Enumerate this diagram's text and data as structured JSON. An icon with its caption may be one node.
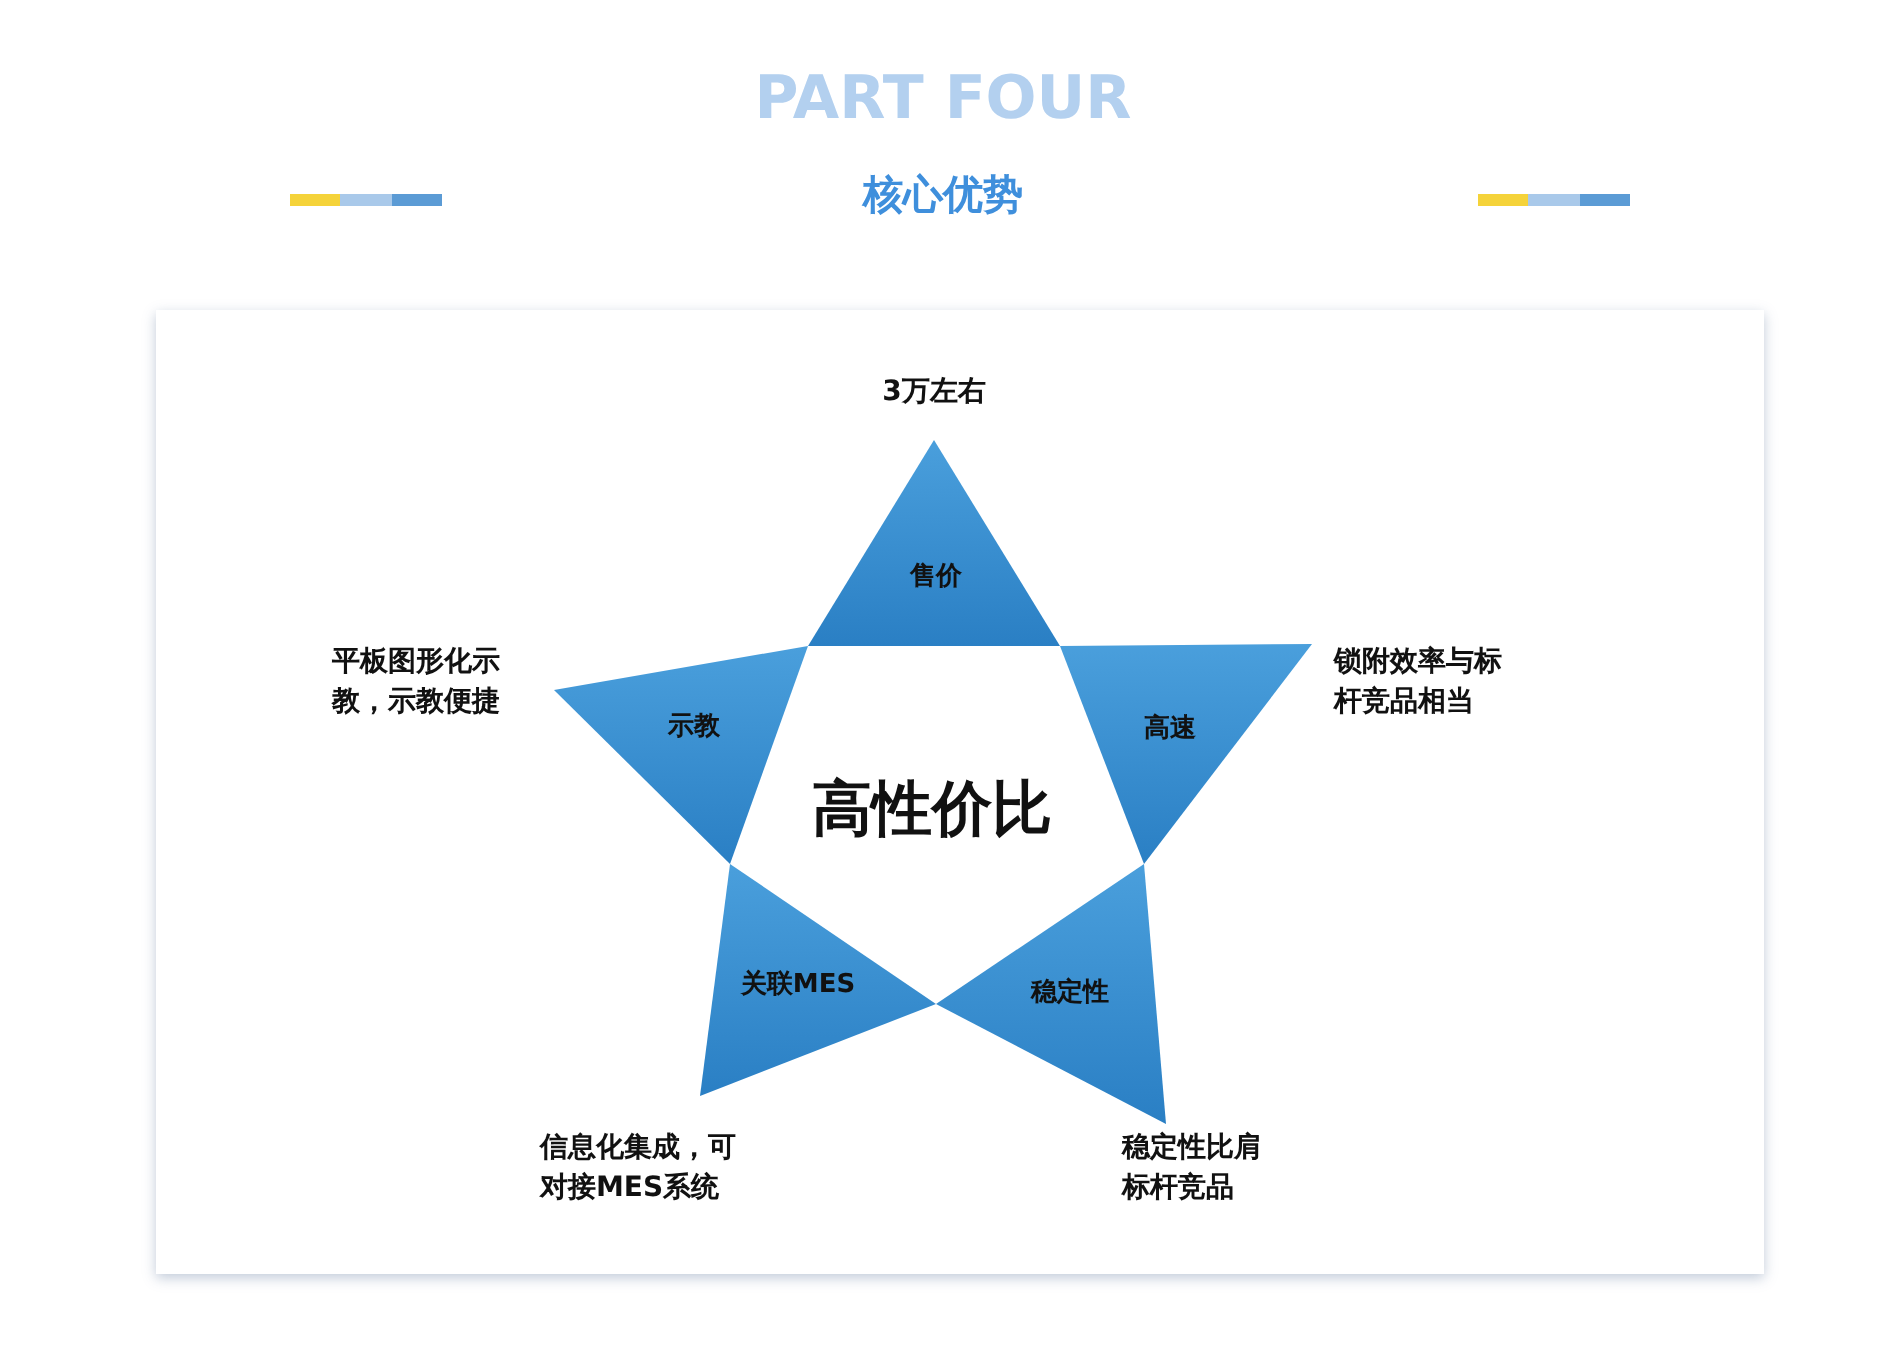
{
  "diagram": {
    "title": "PART FOUR",
    "labels": [
      "核心优势"
    ],
    "nodes": [
      {
        "text": [
          "高性价比"
        ]
      },
      {
        "text": [
          "售价"
        ],
        "beside": [
          "3万左右"
        ]
      },
      {
        "text": [
          "高速"
        ],
        "beside": [
          "锁附效率与标杆竞品相当"
        ]
      },
      {
        "text": [
          "稳定性"
        ],
        "beside": [
          "稳定性比肩标杆竞品"
        ]
      },
      {
        "text": [
          "关联MES"
        ],
        "beside": [
          "信息化集成，可对接MES系统"
        ]
      },
      {
        "text": [
          "示教"
        ],
        "beside": [
          "平板图形化示教，示教便捷"
        ]
      }
    ]
  }
}
